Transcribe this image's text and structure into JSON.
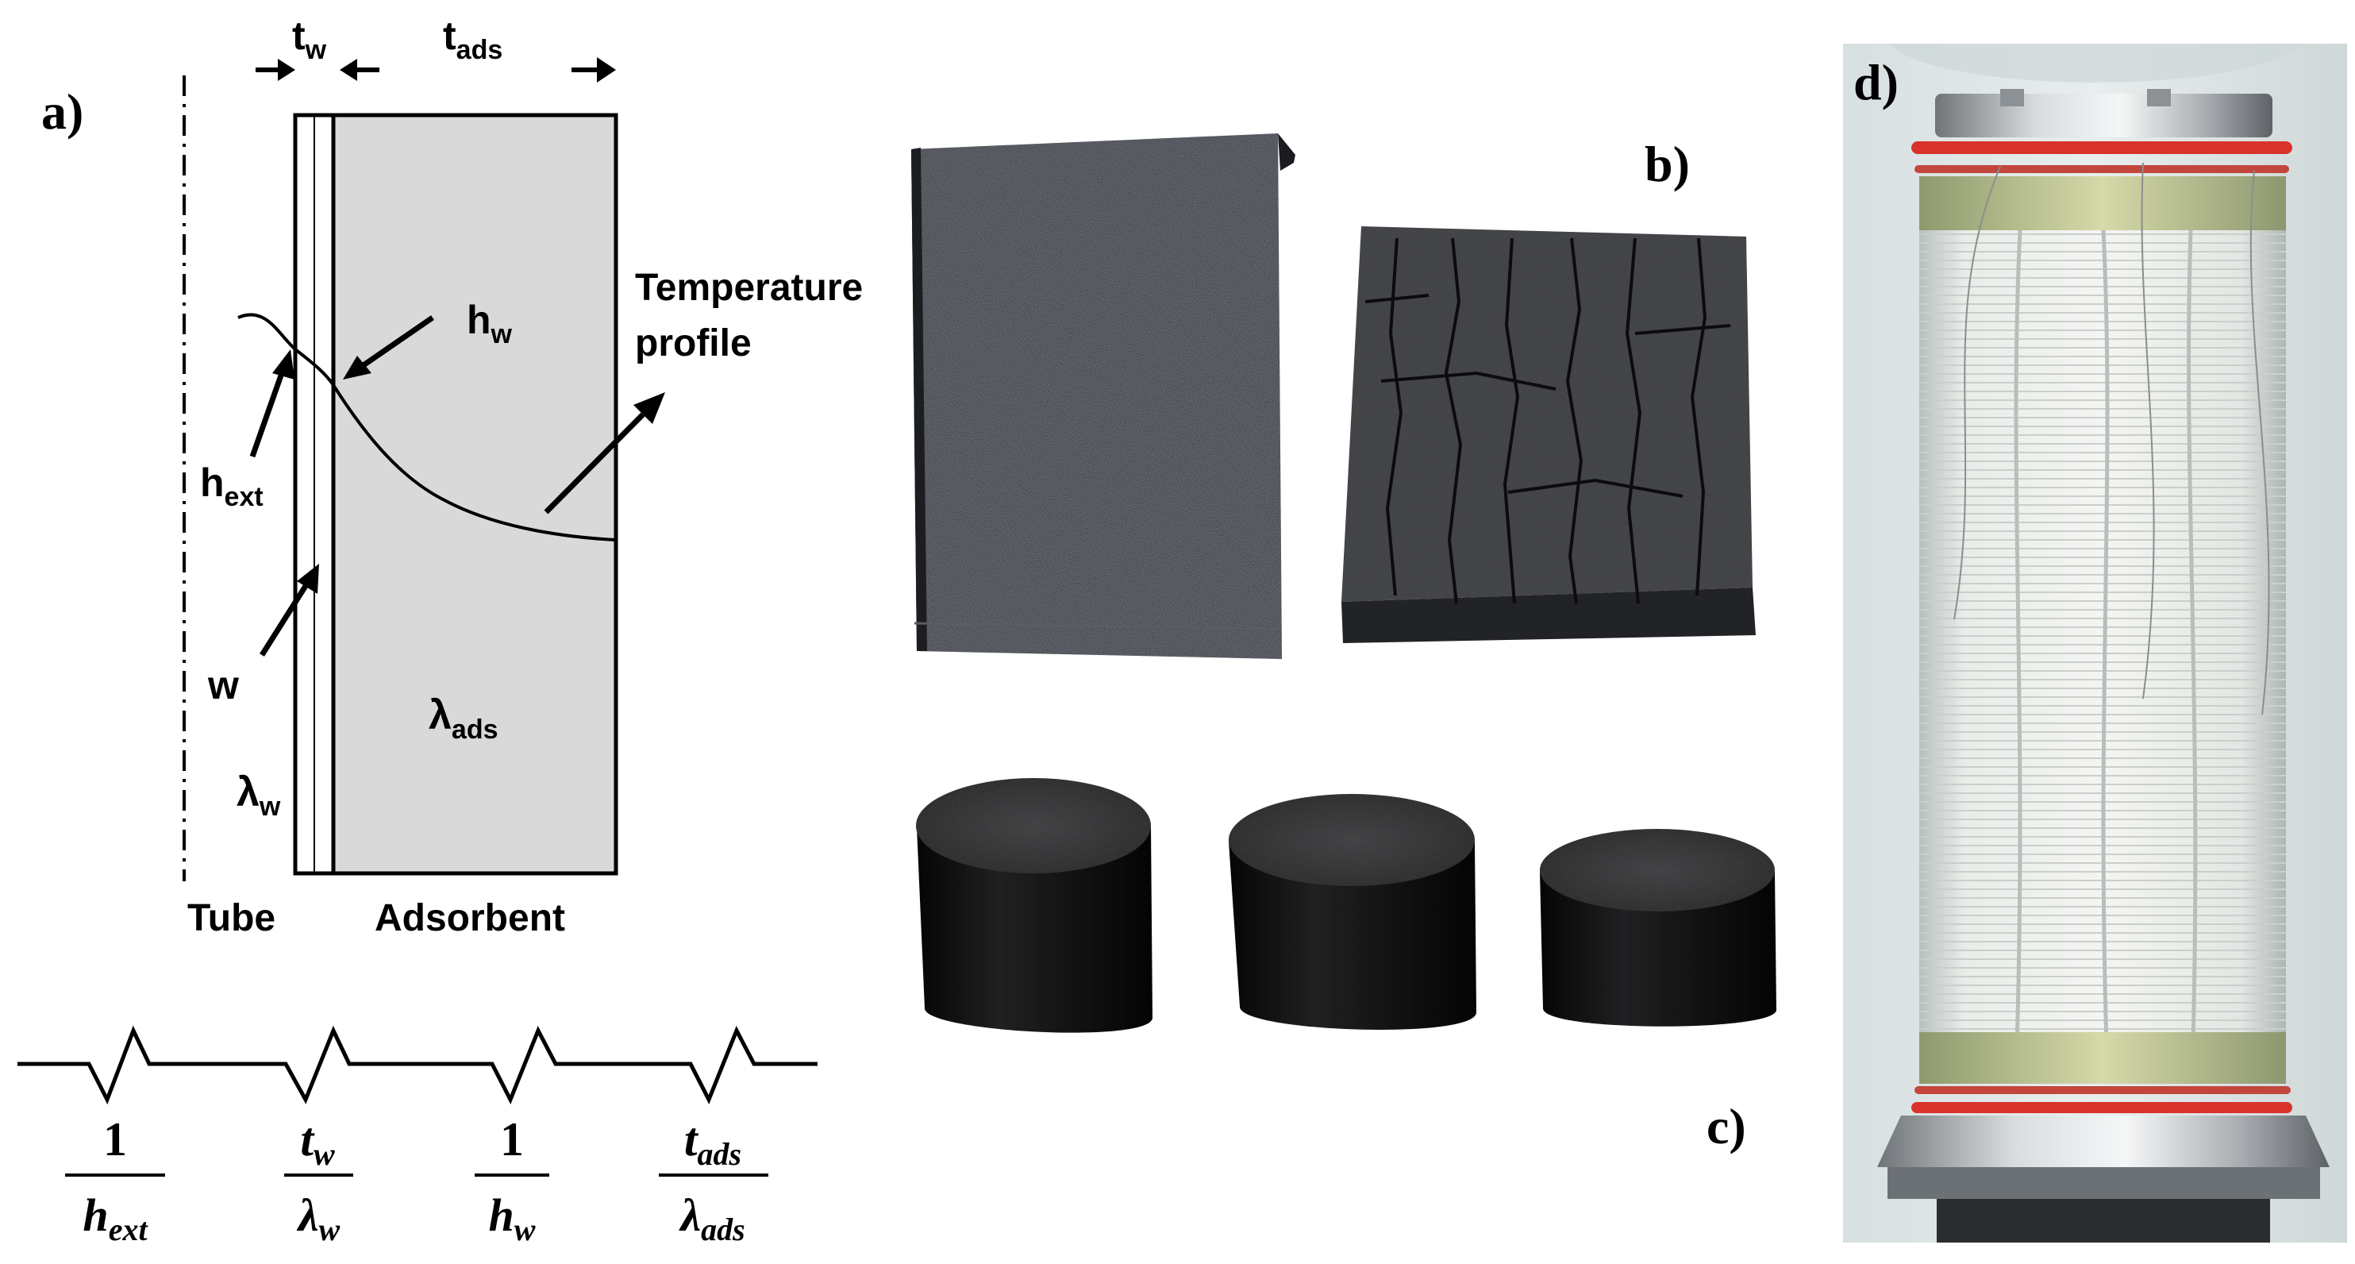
{
  "panel_labels": {
    "a": "a)",
    "b": "b)",
    "c": "c)",
    "d": "d)"
  },
  "schematic": {
    "dim_tw": {
      "main": "t",
      "sub": "w"
    },
    "dim_tads": {
      "main": "t",
      "sub": "ads"
    },
    "hw": {
      "main": "h",
      "sub": "w"
    },
    "hext": {
      "main": "h",
      "sub": "ext"
    },
    "w": "w",
    "lambda_w": {
      "main": "λ",
      "sub": "w"
    },
    "lambda_ads": {
      "main": "λ",
      "sub": "ads"
    },
    "temperature_profile": [
      "Temperature",
      "profile"
    ],
    "tube": "Tube",
    "adsorbent": "Adsorbent"
  },
  "resistances": [
    {
      "num": "1",
      "num_sub": "",
      "den": "h",
      "den_sub": "ext"
    },
    {
      "num": "t",
      "num_sub": "w",
      "den": "λ",
      "den_sub": "w"
    },
    {
      "num": "1",
      "num_sub": "",
      "den": "h",
      "den_sub": "w"
    },
    {
      "num": "t",
      "num_sub": "ads",
      "den": "λ",
      "den_sub": "ads"
    }
  ],
  "colors": {
    "adsorbent_fill": "#d9d9d9",
    "seal_red": "#d8322a"
  }
}
